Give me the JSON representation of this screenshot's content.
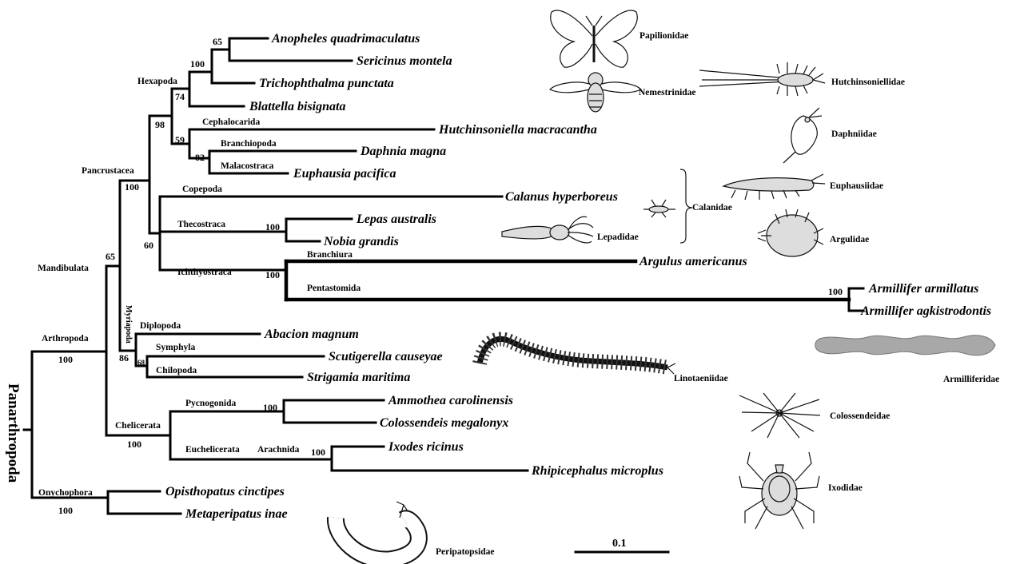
{
  "root_label": "Panarthropoda",
  "scale_bar": {
    "label": "0.1"
  },
  "taxa": [
    "Anopheles quadrimaculatus",
    "Sericinus montela",
    "Trichophthalma punctata",
    "Blattella bisignata",
    "Hutchinsoniella macracantha",
    "Daphnia magna",
    "Euphausia pacifica",
    "Calanus hyperboreus",
    "Lepas australis",
    "Nobia grandis",
    "Argulus americanus",
    "Armillifer armillatus",
    "Armillifer agkistrodontis",
    "Abacion magnum",
    "Scutigerella causeyae",
    "Strigamia maritima",
    "Ammothea carolinensis",
    "Colossendeis megalonyx",
    "Ixodes ricinus",
    "Rhipicephalus microplus",
    "Opisthopatus cinctipes",
    "Metaperipatus inae"
  ],
  "clades": [
    "Hexapoda",
    "Cephalocarida",
    "Branchiopoda",
    "Malacostraca",
    "Pancrustacea",
    "Copepoda",
    "Thecostraca",
    "Branchiura",
    "Ichthyostraca",
    "Pentastomida",
    "Mandibulata",
    "Myriapoda",
    "Diplopoda",
    "Symphyla",
    "Chilopoda",
    "Arthropoda",
    "Pycnogonida",
    "Chelicerata",
    "Euchelicerata",
    "Arachnida",
    "Onychophora"
  ],
  "bootstrap": [
    "65",
    "100",
    "74",
    "98",
    "59",
    "82",
    "100",
    "100",
    "60",
    "100",
    "100",
    "65",
    "86",
    "68",
    "100",
    "100",
    "100",
    "100",
    "100"
  ],
  "families": [
    "Papilionidae",
    "Nemestrinidae",
    "Hutchinsoniellidae",
    "Daphniidae",
    "Euphausiidae",
    "Calanidae",
    "Lepadidae",
    "Argulidae",
    "Armilliferidae",
    "Linotaeniidae",
    "Colossendeidae",
    "Ixodidae",
    "Peripatopsidae"
  ]
}
